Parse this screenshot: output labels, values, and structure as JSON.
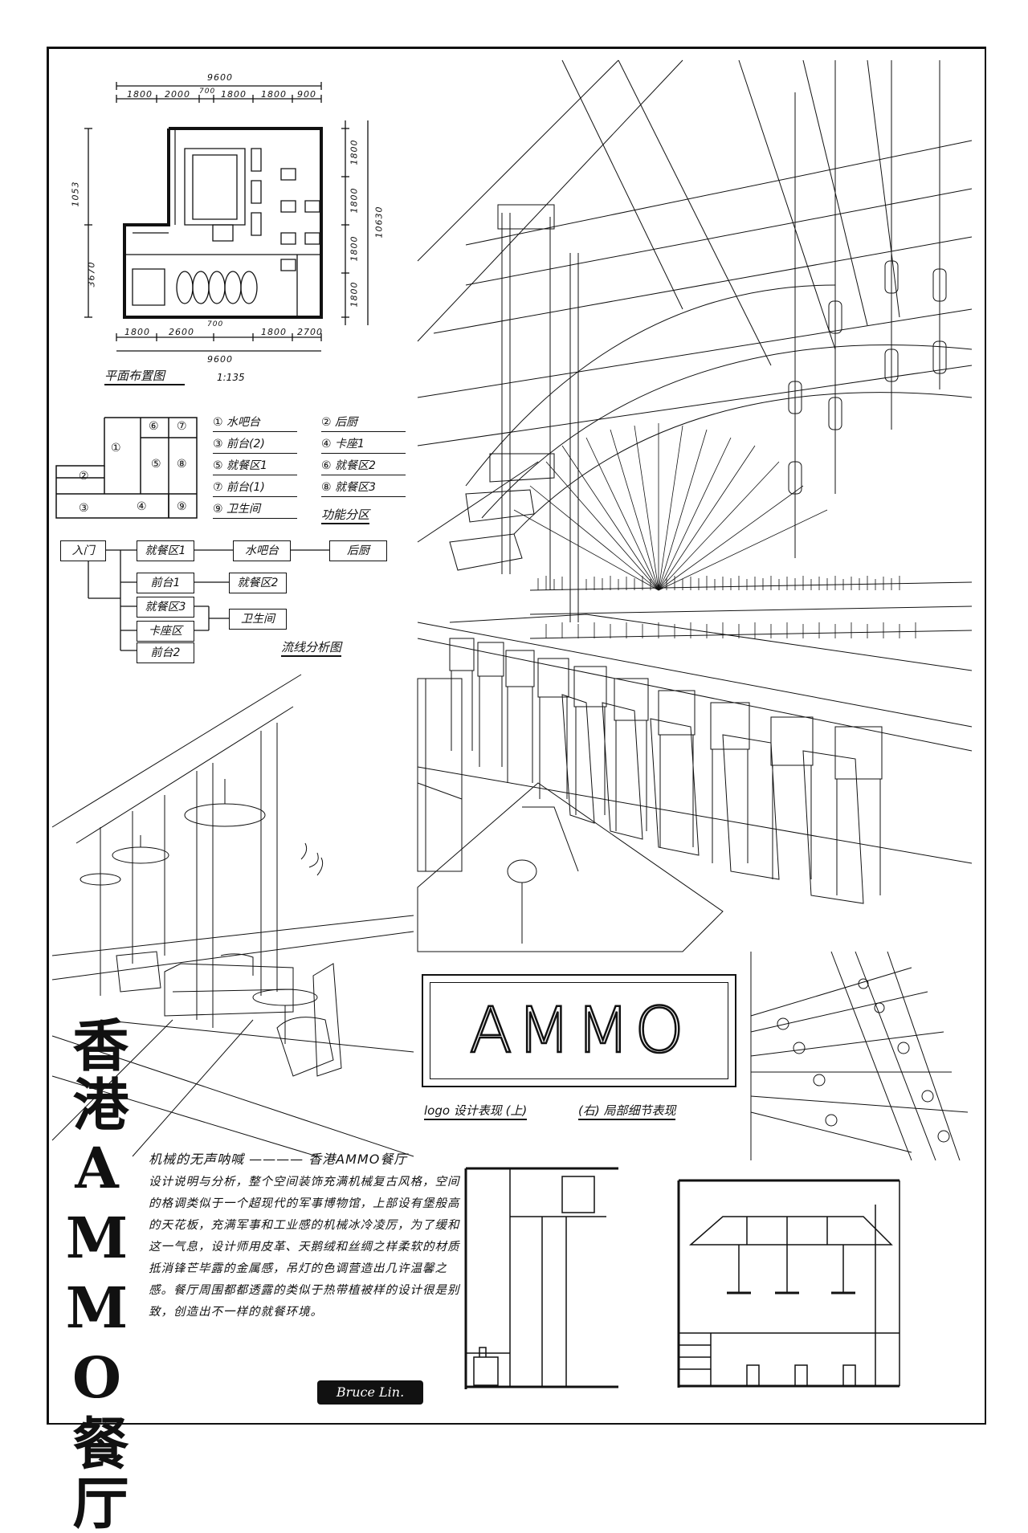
{
  "title_vertical": "香港AMMO餐厅",
  "floor_plan": {
    "dims_top": [
      "9600",
      "1800",
      "2000",
      "700",
      "1800",
      "1800",
      "900"
    ],
    "dims_bottom": [
      "1800",
      "2600",
      "700",
      "1800",
      "2700",
      "9600"
    ],
    "dims_left": [
      "1053",
      "3670"
    ],
    "dims_right": [
      "1800",
      "1800",
      "1800",
      "1800",
      "10630"
    ],
    "title": "平面布置图",
    "scale": "1:135"
  },
  "zoning": {
    "numbers": [
      "①",
      "②",
      "③",
      "④",
      "⑤",
      "⑥",
      "⑦",
      "⑧",
      "⑨"
    ],
    "legend": [
      "① 水吧台",
      "② 后厨",
      "③ 前台(2)",
      "④ 卡座1",
      "⑤ 就餐区1",
      "⑥ 就餐区2",
      "⑦ 前台(1)",
      "⑧ 就餐区3",
      "⑨ 卫生间"
    ],
    "title": "功能分区"
  },
  "flow": {
    "nodes": [
      "入门",
      "就餐区1",
      "水吧台",
      "后厨",
      "前台1",
      "就餐区2",
      "就餐区3",
      "卫生间",
      "卡座区",
      "前台2"
    ],
    "title": "流线分析图"
  },
  "logo": {
    "text": "AMMO",
    "caption_left": "logo 设计表现 (上)",
    "caption_right": "(右) 局部细节表现"
  },
  "description": {
    "heading": "机械的无声呐喊 ———— 香港AMMO餐厅",
    "body": "设计说明与分析，整个空间装饰充满机械复古风格，空间的格调类似于一个超现代的军事博物馆，上部设有堡般高的天花板，充满军事和工业感的机械冰冷凌厉，为了缓和这一气息，设计师用皮革、天鹅绒和丝绸之样柔软的材质抵消锋芒毕露的金属感，吊灯的色调营造出几许温馨之感。餐厅周围都都透露的类似于热带植被样的设计很是别致，创造出不一样的就餐环境。"
  },
  "signature": "Bruce Lin."
}
